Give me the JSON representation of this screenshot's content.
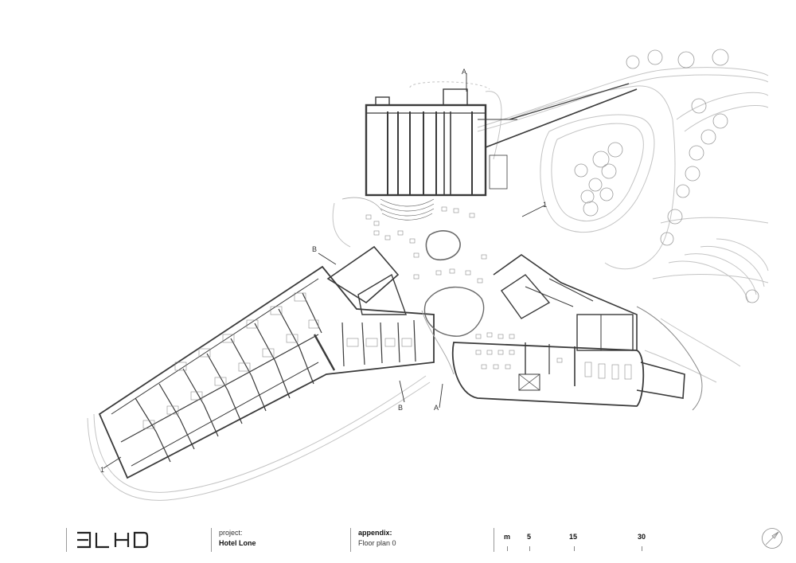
{
  "brand": {
    "logo_text": "3LHD",
    "logo_icon": "3lhd-logo-icon"
  },
  "title_block": {
    "project_label": "project:",
    "project_name": "Hotel Lone",
    "appendix_label": "appendix:",
    "appendix_value": "Floor plan 0"
  },
  "scale_bar": {
    "unit": "m",
    "marks": [
      "5",
      "15",
      "30"
    ]
  },
  "section_marks": {
    "a_top": "A",
    "a_bottom": "A",
    "b_left": "B",
    "b_bottom": "B",
    "one_right": "1",
    "one_left": "1"
  },
  "colors": {
    "line_dark": "#3a3a3a",
    "line_mid": "#8a8a8a",
    "line_light": "#c4c4c4",
    "background": "#ffffff"
  },
  "icons": {
    "north_arrow": "north-arrow-icon"
  }
}
